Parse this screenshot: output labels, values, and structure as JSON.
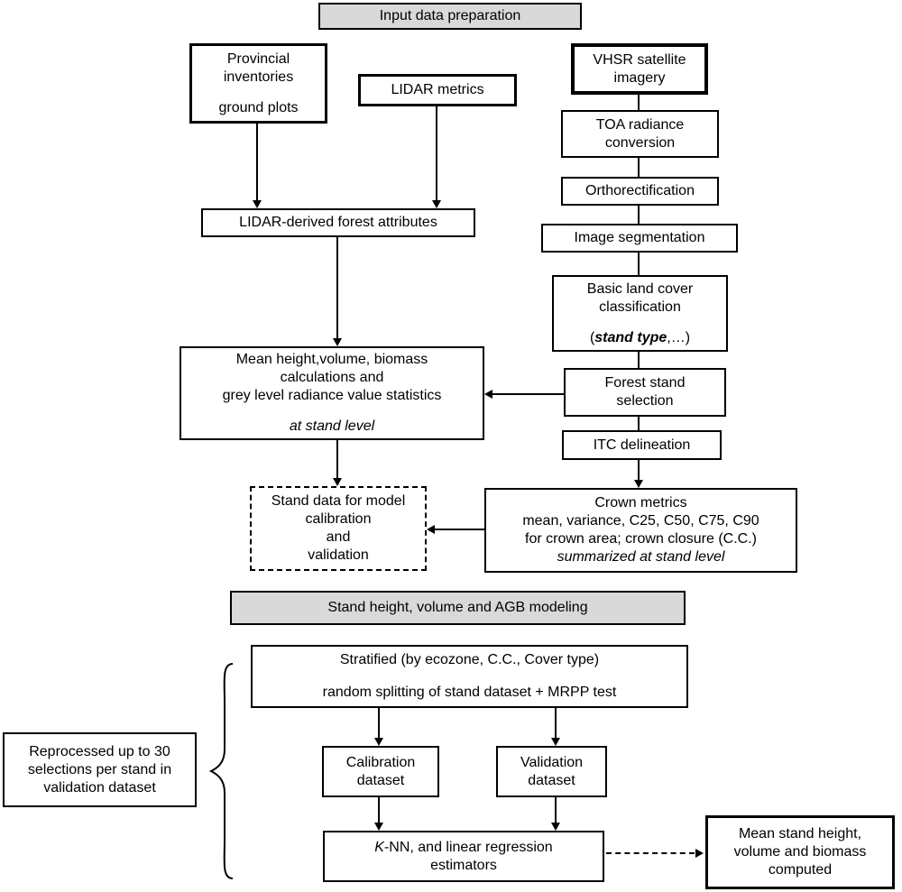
{
  "colors": {
    "bar_bg": "#d9d9d9",
    "line": "#000000",
    "background": "#ffffff"
  },
  "bars": {
    "input_prep": "Input data preparation",
    "modeling": "Stand height, volume and AGB modeling"
  },
  "nodes": {
    "provincial": {
      "lines": [
        "Provincial",
        "inventories",
        "ground plots"
      ]
    },
    "lidar_metrics": {
      "label": "LIDAR metrics"
    },
    "vhsr": {
      "lines": [
        "VHSR satellite",
        "imagery"
      ]
    },
    "toa": {
      "lines": [
        "TOA radiance",
        "conversion"
      ]
    },
    "ortho": {
      "label": "Orthorectification"
    },
    "image_seg": {
      "label": "Image segmentation"
    },
    "basic_lc": {
      "lines": [
        "Basic land cover",
        "classification"
      ],
      "paren": [
        "(",
        "stand type",
        ",…)"
      ]
    },
    "forest_stand": {
      "lines": [
        "Forest stand",
        "selection"
      ]
    },
    "itc": {
      "label": "ITC delineation"
    },
    "lidar_derived": {
      "label": "LIDAR-derived forest attributes"
    },
    "mean_calc": {
      "lines": [
        "Mean height,volume, biomass",
        "calculations and",
        "grey level radiance value statistics"
      ],
      "note": "at stand level"
    },
    "stand_data": {
      "lines": [
        "Stand data for model",
        "calibration",
        "and",
        "validation"
      ]
    },
    "crown_metrics": {
      "lines": [
        "Crown metrics",
        "mean, variance, C25, C50, C75, C90",
        "for crown area; crown closure (C.C.)"
      ],
      "note": "summarized at stand level"
    },
    "stratified": {
      "lines": [
        "Stratified (by ecozone, C.C., Cover type)",
        "random splitting of stand dataset + MRPP test"
      ]
    },
    "reprocessed": {
      "lines": [
        "Reprocessed up to 30",
        "selections per stand in",
        "validation dataset"
      ]
    },
    "calibration": {
      "lines": [
        "Calibration",
        "dataset"
      ]
    },
    "validation": {
      "lines": [
        "Validation",
        "dataset"
      ]
    },
    "knn": {
      "italic_prefix": "K",
      "rest": "-NN, and linear regression",
      "line2": "estimators"
    },
    "output": {
      "lines": [
        "Mean stand height,",
        "volume and biomass",
        "computed"
      ]
    }
  }
}
